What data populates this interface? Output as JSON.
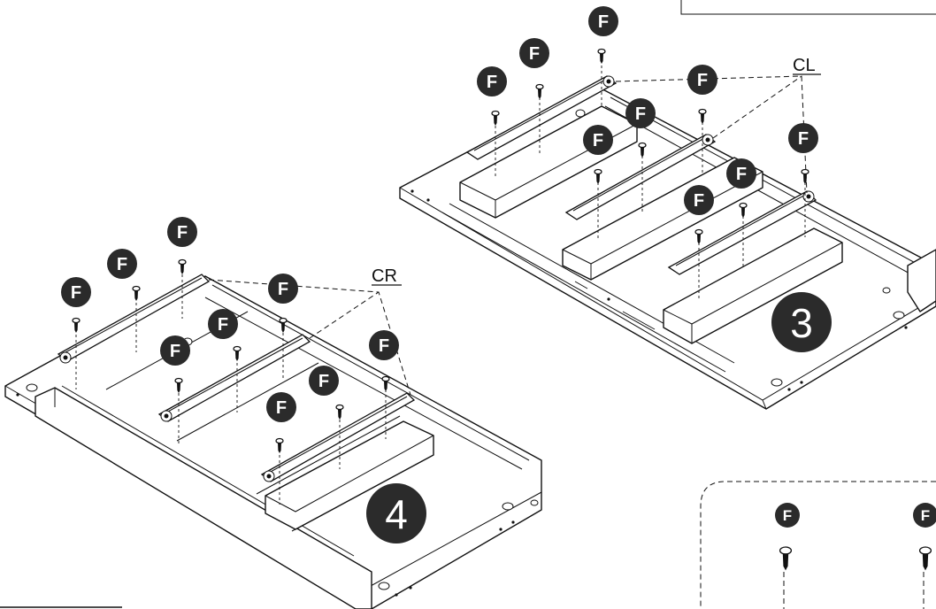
{
  "steps": [
    {
      "number": "3",
      "side_label": "CL"
    },
    {
      "number": "4",
      "side_label": "CR"
    }
  ],
  "part_letter": "F",
  "colors": {
    "ink": "#111111",
    "badge": "#2b2b2b",
    "paper": "#ffffff"
  }
}
